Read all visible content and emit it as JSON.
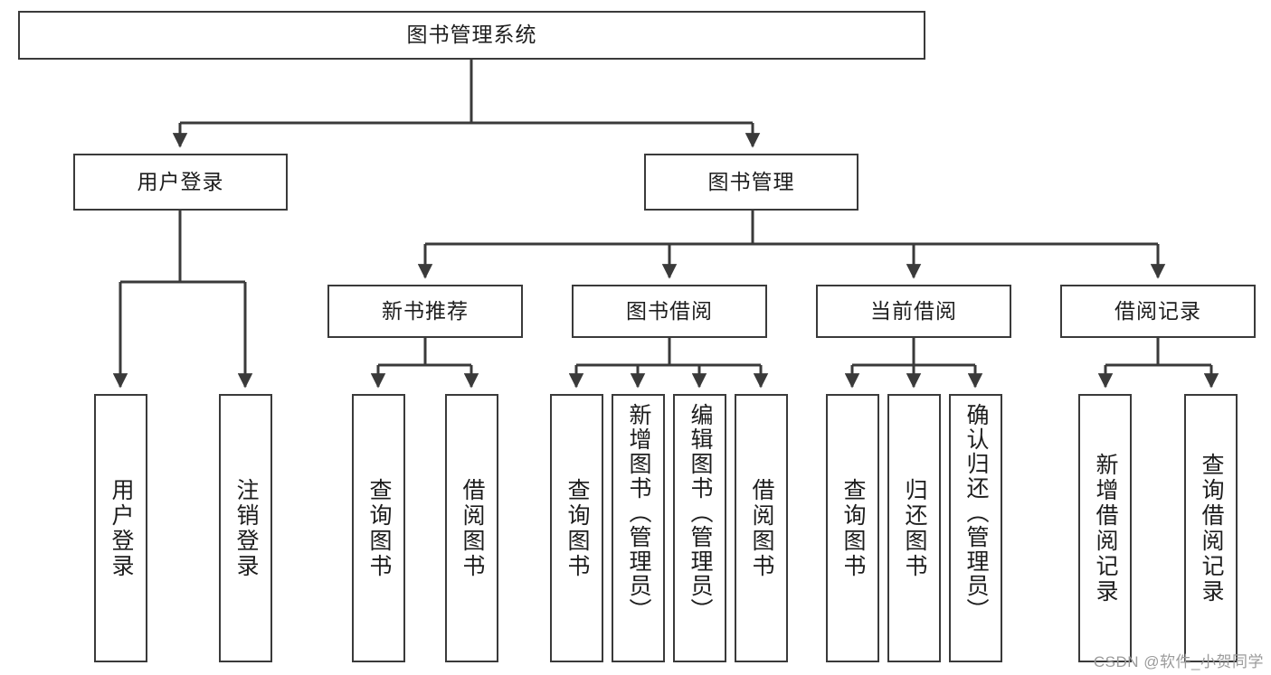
{
  "diagram": {
    "title": "图书管理系统",
    "type": "tree",
    "root": {
      "label": "图书管理系统"
    },
    "level2": [
      {
        "label": "用户登录"
      },
      {
        "label": "图书管理"
      }
    ],
    "level3": [
      {
        "label": "新书推荐"
      },
      {
        "label": "图书借阅"
      },
      {
        "label": "当前借阅"
      },
      {
        "label": "借阅记录"
      }
    ],
    "leaves": {
      "user_login": [
        {
          "label": "用户登录"
        },
        {
          "label": "注销登录"
        }
      ],
      "new_book_recommend": [
        {
          "label": "查询图书"
        },
        {
          "label": "借阅图书"
        }
      ],
      "book_borrow": [
        {
          "label": "查询图书"
        },
        {
          "label": "新增图书（管理员）"
        },
        {
          "label": "编辑图书（管理员）"
        },
        {
          "label": "借阅图书"
        }
      ],
      "current_borrow": [
        {
          "label": "查询图书"
        },
        {
          "label": "归还图书"
        },
        {
          "label": "确认归还（管理员）"
        }
      ],
      "borrow_record": [
        {
          "label": "新增借阅记录"
        },
        {
          "label": "查询借阅记录"
        }
      ]
    }
  },
  "watermark": {
    "text": "CSDN @软件_小贺同学"
  },
  "colors": {
    "stroke": "#3a3a3a",
    "text": "#1d1d1d",
    "background": "#ffffff",
    "watermark": "#9b9b9b"
  }
}
